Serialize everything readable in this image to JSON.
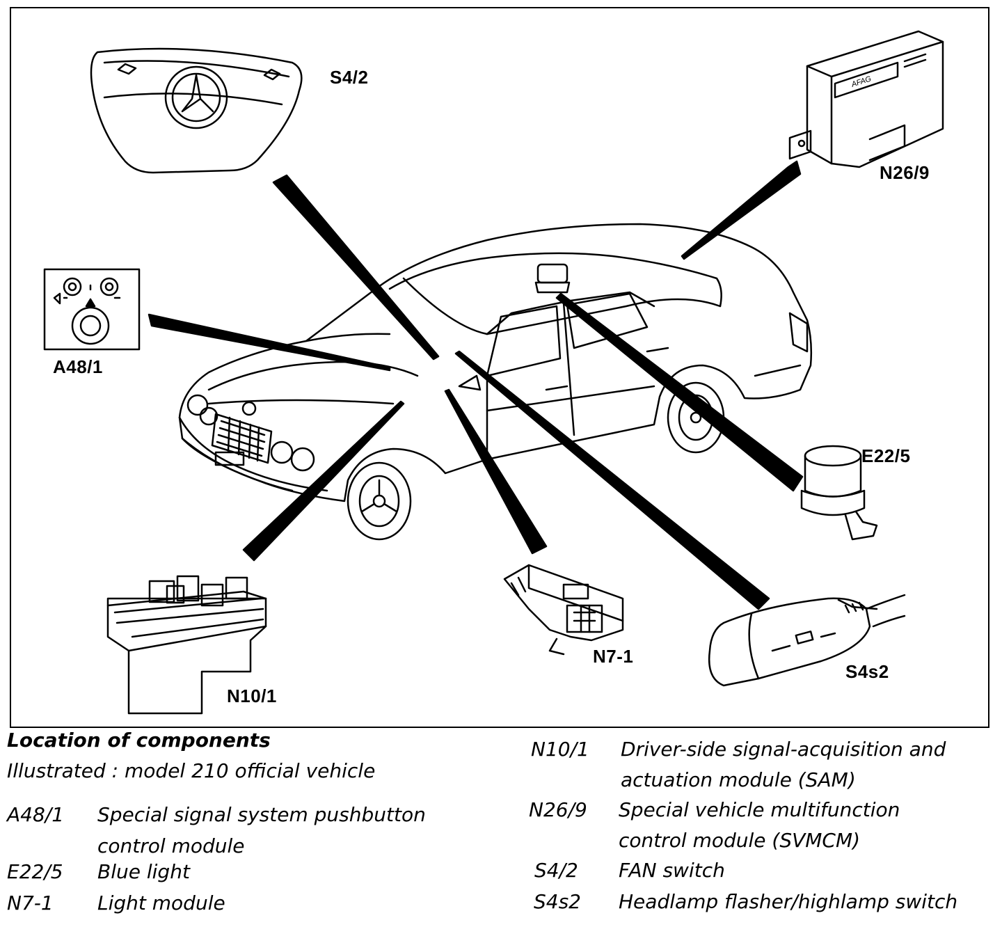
{
  "callouts": {
    "s4_2": "S4/2",
    "n26_9": "N26/9",
    "a48_1": "A48/1",
    "e22_5": "E22/5",
    "n10_1": "N10/1",
    "n7_1": "N7-1",
    "s4s2": "S4s2"
  },
  "module_brand": "AFAG",
  "caption": {
    "title": "Location of components",
    "subtitle": "Illustrated  : model 210 official vehicle"
  },
  "legend_left": [
    {
      "code": "A48/1",
      "desc_lines": [
        "Special signal system pushbutton",
        "control module"
      ]
    },
    {
      "code": "E22/5",
      "desc_lines": [
        "Blue light"
      ]
    },
    {
      "code": "N7-1",
      "desc_lines": [
        "Light module"
      ]
    }
  ],
  "legend_right": [
    {
      "code": "N10/1",
      "desc_lines": [
        "Driver-side signal-acquisition and",
        "actuation module (SAM)"
      ]
    },
    {
      "code": "N26/9",
      "desc_lines": [
        "Special vehicle multifunction",
        "control module (SVMCM)"
      ]
    },
    {
      "code": "S4/2",
      "desc_lines": [
        "FAN switch"
      ]
    },
    {
      "code": "S4s2",
      "desc_lines": [
        "Headlamp flasher/highlamp switch"
      ]
    }
  ]
}
